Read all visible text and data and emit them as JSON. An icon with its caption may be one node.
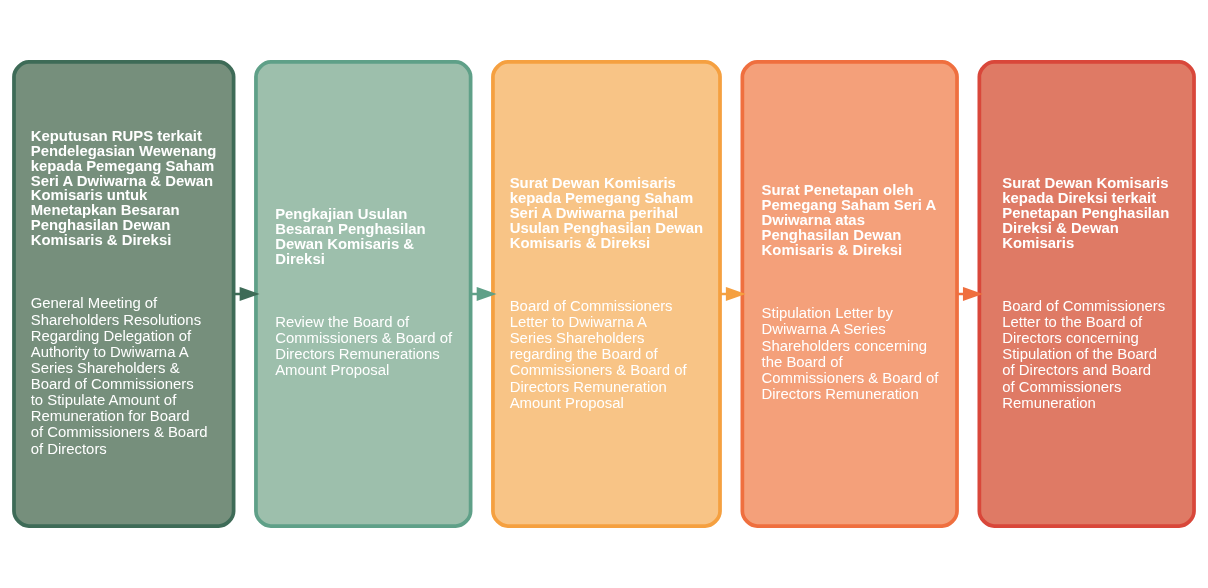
{
  "diagram": {
    "nodes": [
      {
        "text": [
          "Keputusan RUPS terkait Pendelegasian Wewenang kepada Pemegang Saham Seri A Dwiwarna & Dewan Komisaris untuk Menetapkan Besaran Penghasilan Dewan Komisaris & Direksi",
          "General Meeting of Shareholders Resolutions Regarding Delegation of Authority to Dwiwarna A Series Shareholders & Board of Commissioners to Stipulate Amount of Remuneration for Board of Commissioners & Board of Directors"
        ]
      },
      {
        "text": [
          "Pengkajian Usulan Besaran Penghasilan Dewan Komisaris & Direksi",
          "Review the Board of Commissioners & Board of Directors Remunerations Amount Proposal"
        ]
      },
      {
        "text": [
          "Surat Dewan Komisaris kepada Pemegang Saham Seri A Dwiwarna perihal Usulan Penghasilan Dewan Komisaris & Direksi",
          "Board of Commissioners Letter to Dwiwarna A Series Shareholders regarding the Board of Commissioners & Board of Directors Remuneration Amount Proposal"
        ]
      },
      {
        "text": [
          "Surat Penetapan oleh Pemegang Saham Seri A Dwiwarna atas Penghasilan Dewan Komisaris & Direksi",
          "Stipulation Letter by Dwiwarna A Series Shareholders concerning the Board of Commissioners & Board of Directors Remuneration"
        ]
      },
      {
        "text": [
          "Surat Dewan Komisaris kepada Direksi terkait Penetapan Penghasilan Direksi & Dewan Komisaris",
          "Board of Commissioners Letter to the Board of Directors concerning Stipulation of the Board of Directors and Board of Commissioners Remuneration"
        ]
      }
    ],
    "edges": [
      {
        "from": 0,
        "to": 1,
        "arrow": "to",
        "color": "#3e6b57"
      },
      {
        "from": 1,
        "to": 2,
        "arrow": "to",
        "color": "#5fa088"
      },
      {
        "from": 2,
        "to": 3,
        "arrow": "to",
        "color": "#f5a040"
      },
      {
        "from": 3,
        "to": 4,
        "arrow": "to",
        "color": "#ef6f3f"
      }
    ]
  }
}
